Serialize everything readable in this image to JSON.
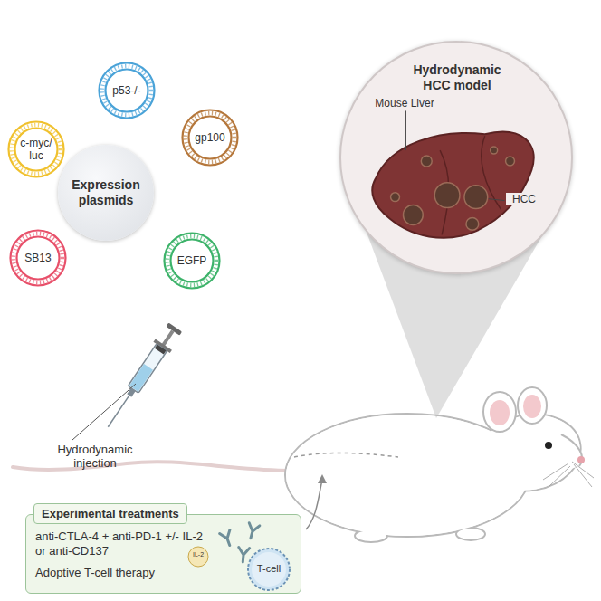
{
  "diagram": {
    "nodes": [
      {
        "text": [
          "Expression plasmids"
        ]
      },
      {
        "text": [
          "c-myc/ luc"
        ]
      },
      {
        "text": [
          "p53-/-"
        ]
      },
      {
        "text": [
          "gp100"
        ]
      },
      {
        "text": [
          "SB13"
        ]
      },
      {
        "text": [
          "EGFP"
        ]
      },
      {
        "text": [
          "Hydrodynamic HCC model"
        ]
      },
      {
        "text": [
          "Experimental treatments",
          "anti-CTLA-4 + anti-PD-1 +/- IL-2 or anti-CD137",
          "Adoptive T-cell therapy"
        ]
      }
    ],
    "labels": [
      "Hydrodynamic injection",
      "Mouse Liver",
      "HCC",
      "IL-2",
      "T-cell"
    ]
  }
}
